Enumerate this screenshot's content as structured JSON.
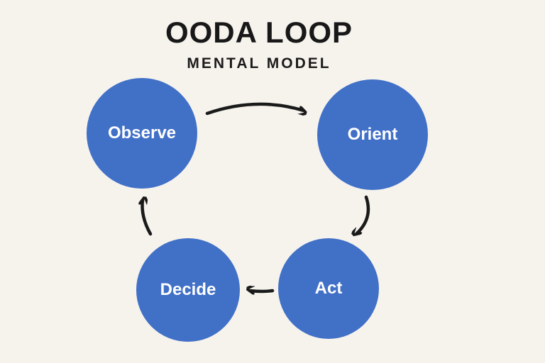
{
  "diagram": {
    "title": "OODA LOOP",
    "subtitle": "MENTAL MODEL",
    "type": "cycle-diagram",
    "nodes": [
      {
        "id": "observe",
        "label": "Observe",
        "position": "top-left"
      },
      {
        "id": "orient",
        "label": "Orient",
        "position": "top-right"
      },
      {
        "id": "act",
        "label": "Act",
        "position": "bottom-right"
      },
      {
        "id": "decide",
        "label": "Decide",
        "position": "bottom-left"
      }
    ],
    "edges": [
      {
        "from": "observe",
        "to": "orient"
      },
      {
        "from": "orient",
        "to": "act"
      },
      {
        "from": "act",
        "to": "decide"
      },
      {
        "from": "decide",
        "to": "observe"
      }
    ],
    "colors": {
      "background": "#f6f3ed",
      "node_fill": "#4170c7",
      "node_text": "#ffffff",
      "arrow": "#1a1a1a",
      "title_text": "#181818"
    }
  }
}
